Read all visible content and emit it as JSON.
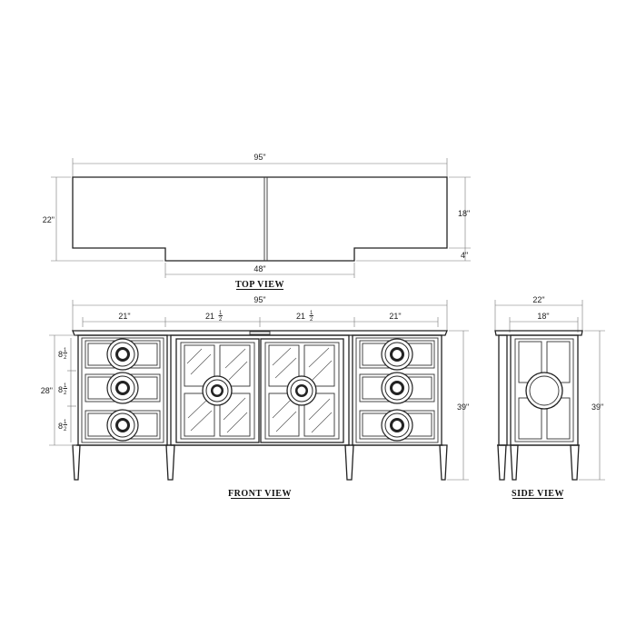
{
  "titles": {
    "top": "TOP VIEW",
    "front": "FRONT VIEW",
    "side": "SIDE VIEW"
  },
  "top_view": {
    "width": "95\"",
    "depth": "22\"",
    "center_depth": "18\"",
    "recess": "4\"",
    "center_width": "48\""
  },
  "front_view": {
    "overall_width": "95\"",
    "section_left": "21\"",
    "section_center_left": "21",
    "section_center_right": "21",
    "half_num": "1",
    "half_den": "2",
    "section_right": "21\"",
    "drawer_height": "8",
    "drawer_height_2": "8",
    "drawer_height_3": "8",
    "case_height": "28\"",
    "overall_height": "39\""
  },
  "side_view": {
    "overall_depth": "22\"",
    "case_depth": "18\"",
    "overall_height": "39\""
  },
  "colors": {
    "line": "#222222",
    "dimension": "#777777",
    "background": "#ffffff"
  }
}
